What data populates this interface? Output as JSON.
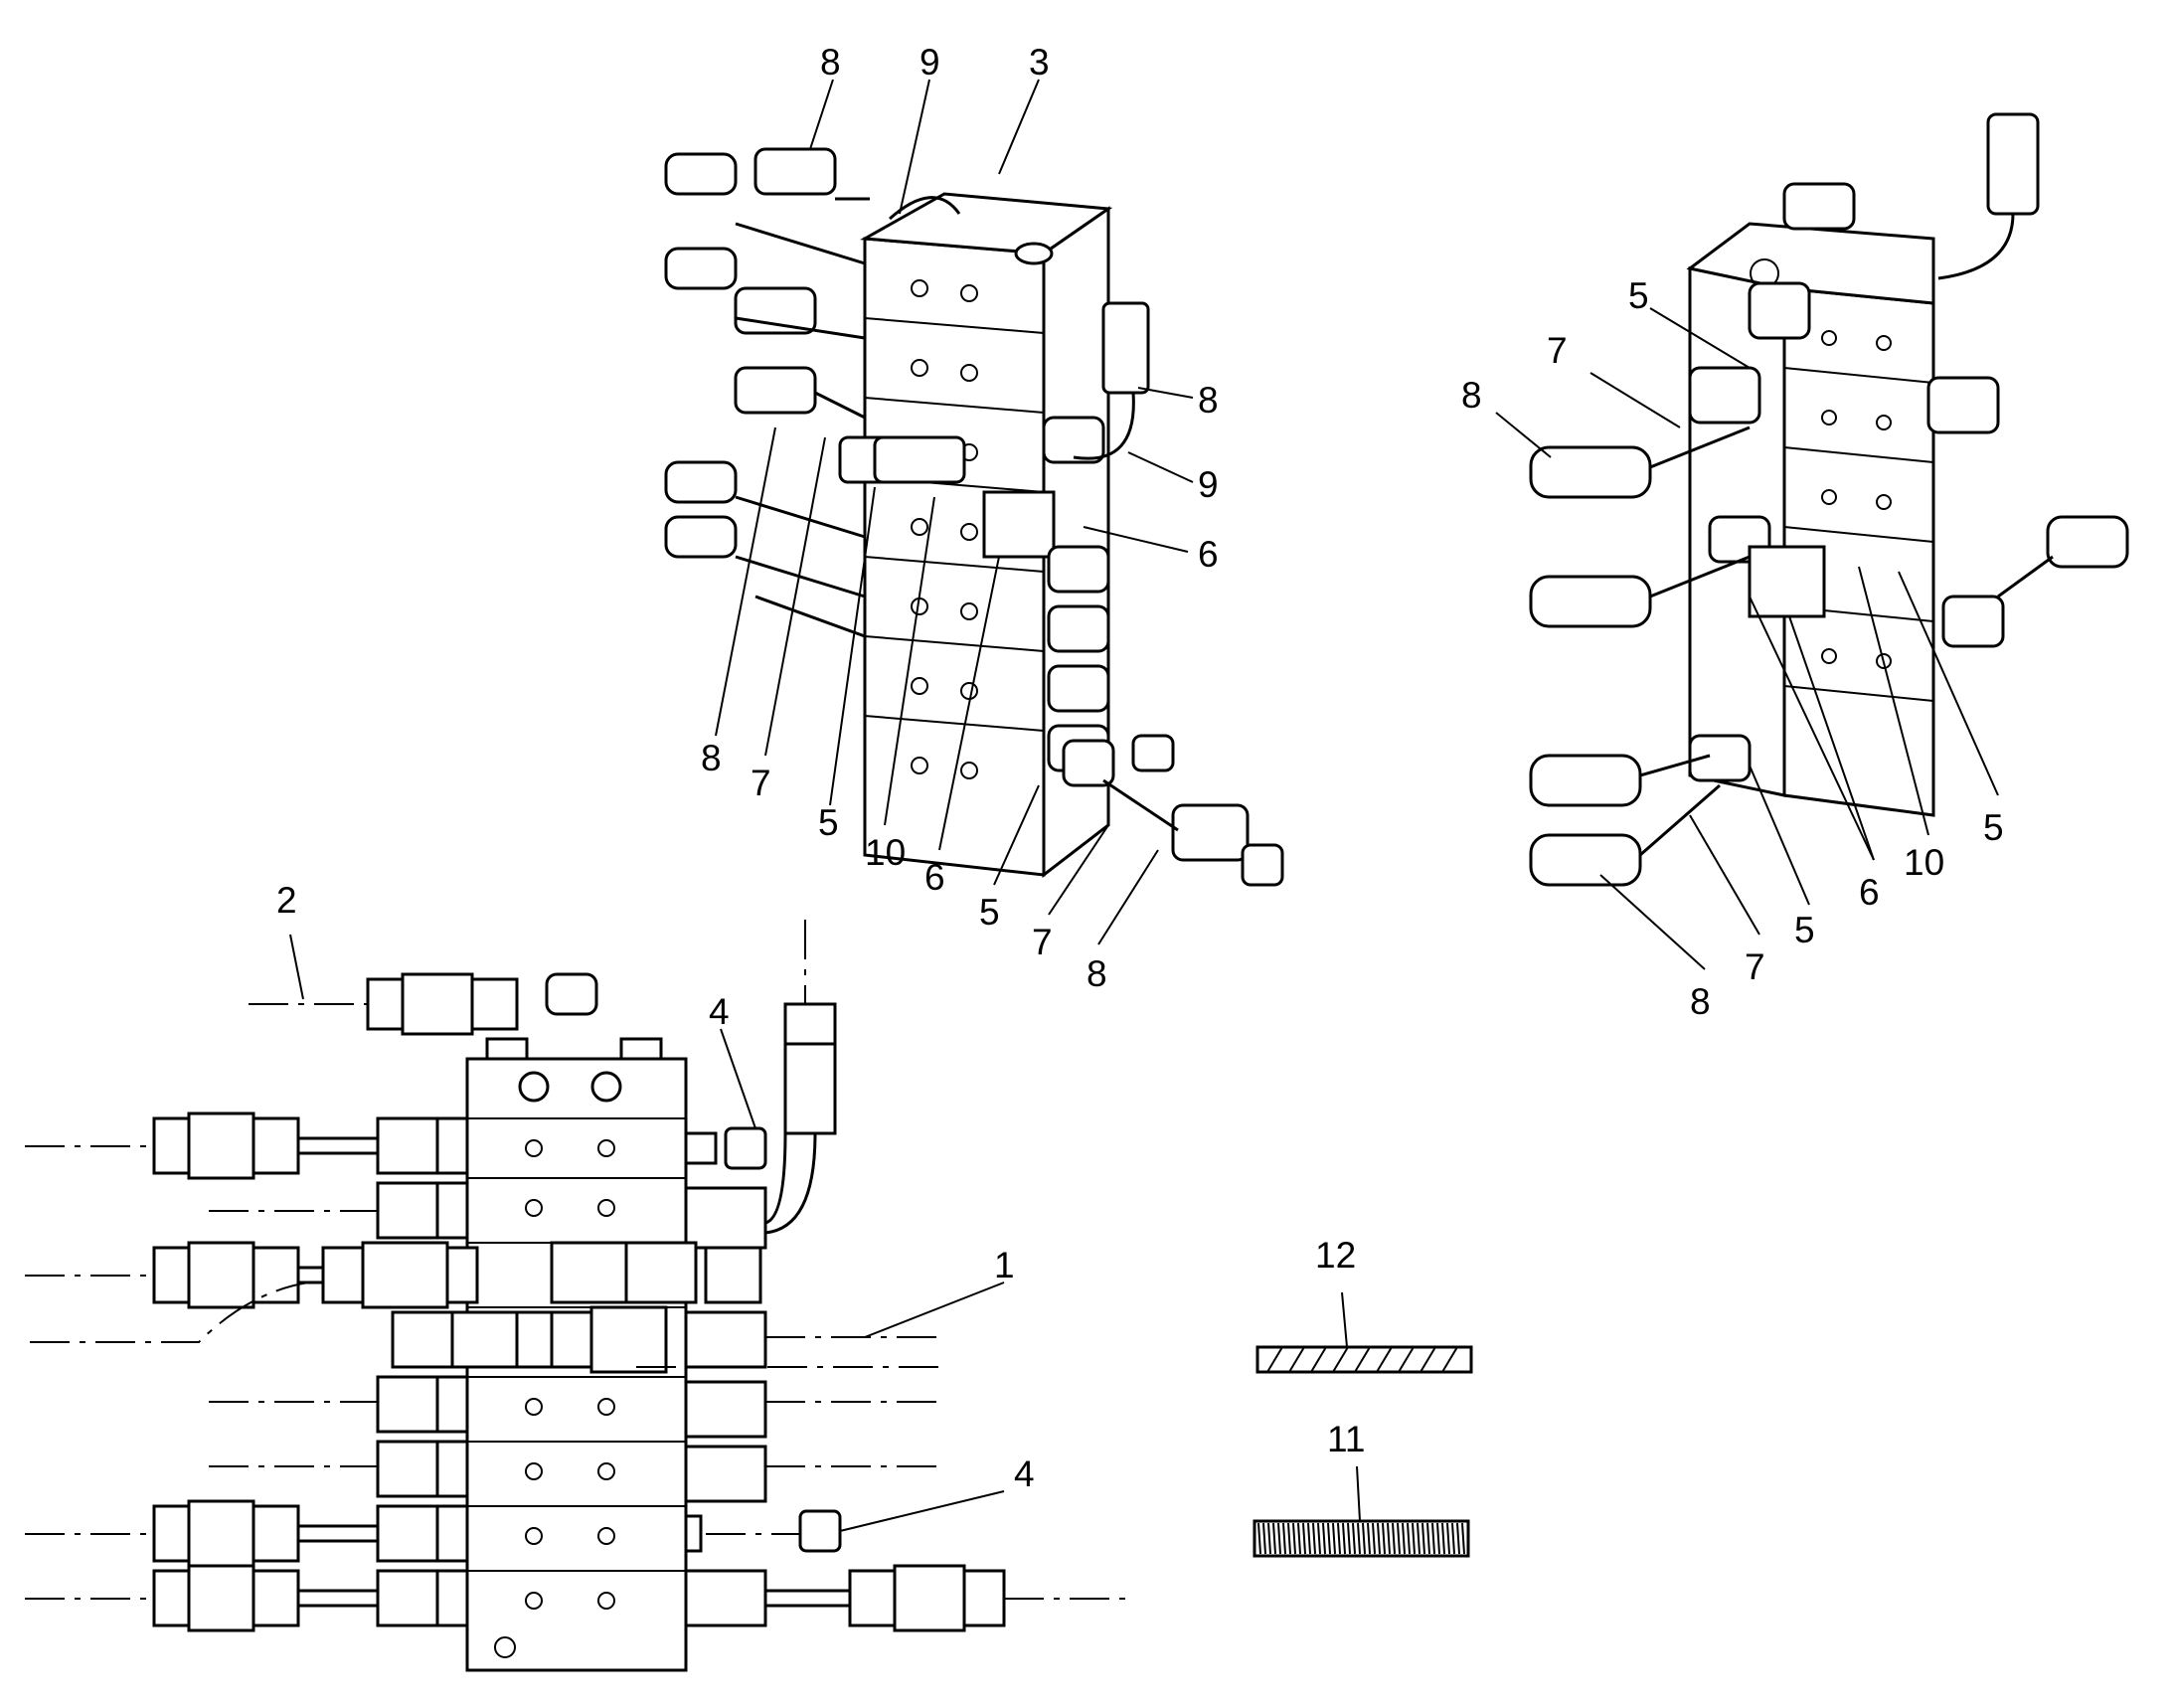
{
  "callouts": {
    "top_view": [
      {
        "label": "8"
      },
      {
        "label": "9"
      },
      {
        "label": "3"
      },
      {
        "label": "8"
      },
      {
        "label": "9"
      },
      {
        "label": "6"
      },
      {
        "label": "8"
      },
      {
        "label": "7"
      },
      {
        "label": "5"
      },
      {
        "label": "10"
      },
      {
        "label": "6"
      },
      {
        "label": "5"
      },
      {
        "label": "7"
      },
      {
        "label": "8"
      }
    ],
    "right_view": [
      {
        "label": "5"
      },
      {
        "label": "7"
      },
      {
        "label": "8"
      },
      {
        "label": "5"
      },
      {
        "label": "10"
      },
      {
        "label": "6"
      },
      {
        "label": "5"
      },
      {
        "label": "7"
      },
      {
        "label": "8"
      }
    ],
    "front_view": [
      {
        "label": "2"
      },
      {
        "label": "4"
      },
      {
        "label": "1"
      },
      {
        "label": "4"
      }
    ],
    "loose_parts": [
      {
        "label": "12"
      },
      {
        "label": "11"
      }
    ]
  }
}
